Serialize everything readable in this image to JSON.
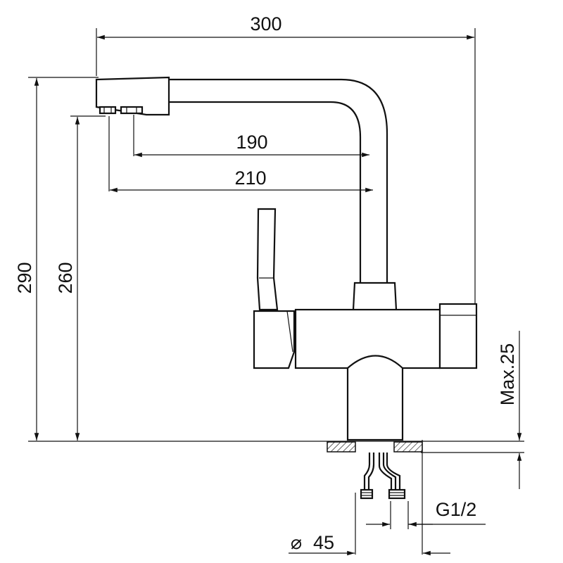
{
  "dimensions": {
    "width_total": "300",
    "spout_reach_1": "190",
    "spout_reach_2": "210",
    "height_total": "290",
    "height_spout": "260",
    "max_counter_thickness": "Max.25",
    "hose_thread": "G1/2",
    "base_diameter": "45",
    "diameter_symbol": "⌀"
  },
  "colors": {
    "line": "#111111",
    "hatch": "#111111",
    "background": "#ffffff"
  }
}
